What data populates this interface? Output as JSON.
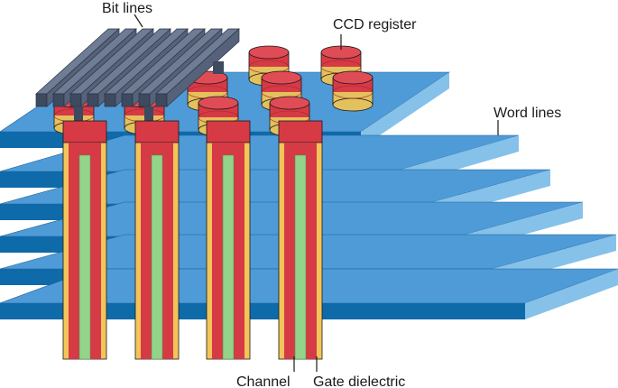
{
  "labels": {
    "bit_lines": "Bit lines",
    "ccd_register": "CCD register",
    "word_lines": "Word lines",
    "channel": "Channel",
    "gate_dielectric": "Gate dielectric"
  },
  "colors": {
    "plate_top": "#4f9bd8",
    "plate_front": "#0f6aa9",
    "plate_side": "#86c1ea",
    "pillar_red": "#d63a45",
    "pillar_red_dark": "#a8242f",
    "dielectric": "#f2c45a",
    "channel": "#93d38a",
    "bitline_top": "#6e7c94",
    "bitline_front": "#3d4a5f",
    "ccd_red": "#d63a45",
    "ccd_gold": "#e3c15c"
  }
}
